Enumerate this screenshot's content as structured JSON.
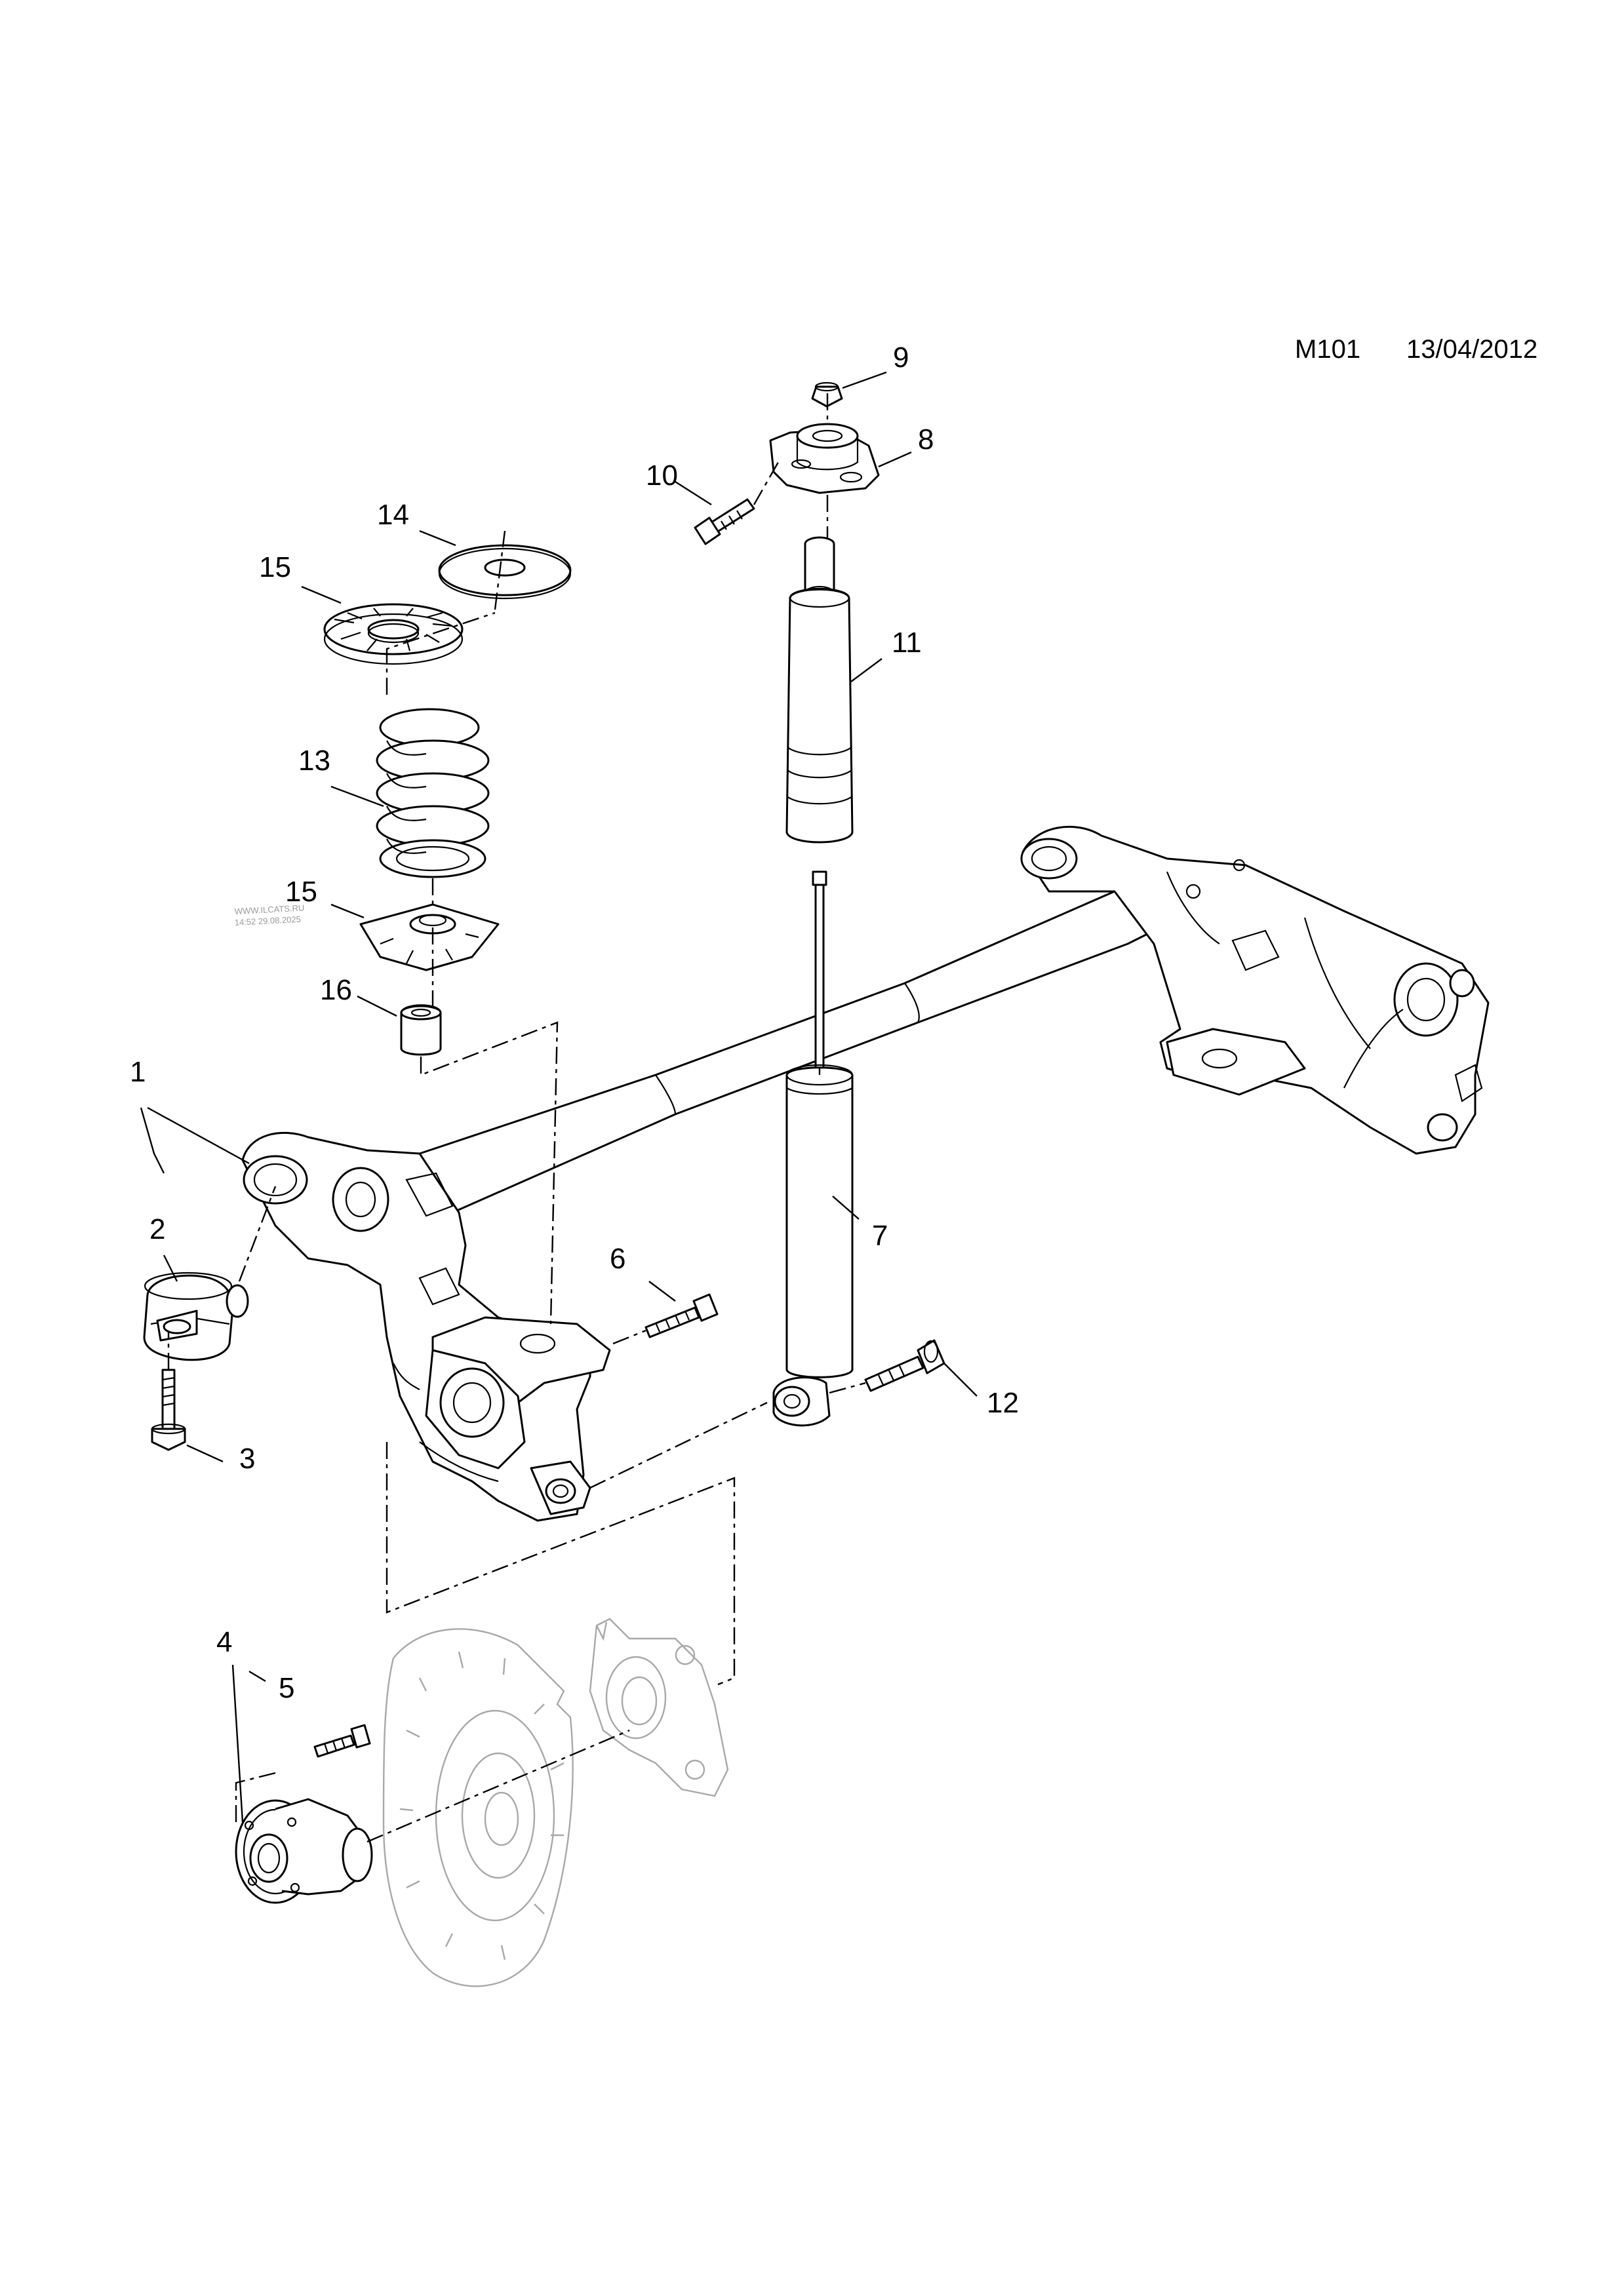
{
  "header": {
    "diagram_code": "M101",
    "date": "13/04/2012"
  },
  "watermark": {
    "line1": "WWW.ILCATS.RU",
    "line2": "14:52 29.08.2025"
  },
  "callouts": [
    {
      "id": "1",
      "label": "1"
    },
    {
      "id": "2",
      "label": "2"
    },
    {
      "id": "3",
      "label": "3"
    },
    {
      "id": "4",
      "label": "4"
    },
    {
      "id": "5",
      "label": "5"
    },
    {
      "id": "6",
      "label": "6"
    },
    {
      "id": "7",
      "label": "7"
    },
    {
      "id": "8",
      "label": "8"
    },
    {
      "id": "9",
      "label": "9"
    },
    {
      "id": "10",
      "label": "10"
    },
    {
      "id": "11",
      "label": "11"
    },
    {
      "id": "12",
      "label": "12"
    },
    {
      "id": "13",
      "label": "13"
    },
    {
      "id": "14",
      "label": "14"
    },
    {
      "id": "15a",
      "label": "15"
    },
    {
      "id": "15b",
      "label": "15"
    },
    {
      "id": "16",
      "label": "16"
    }
  ]
}
